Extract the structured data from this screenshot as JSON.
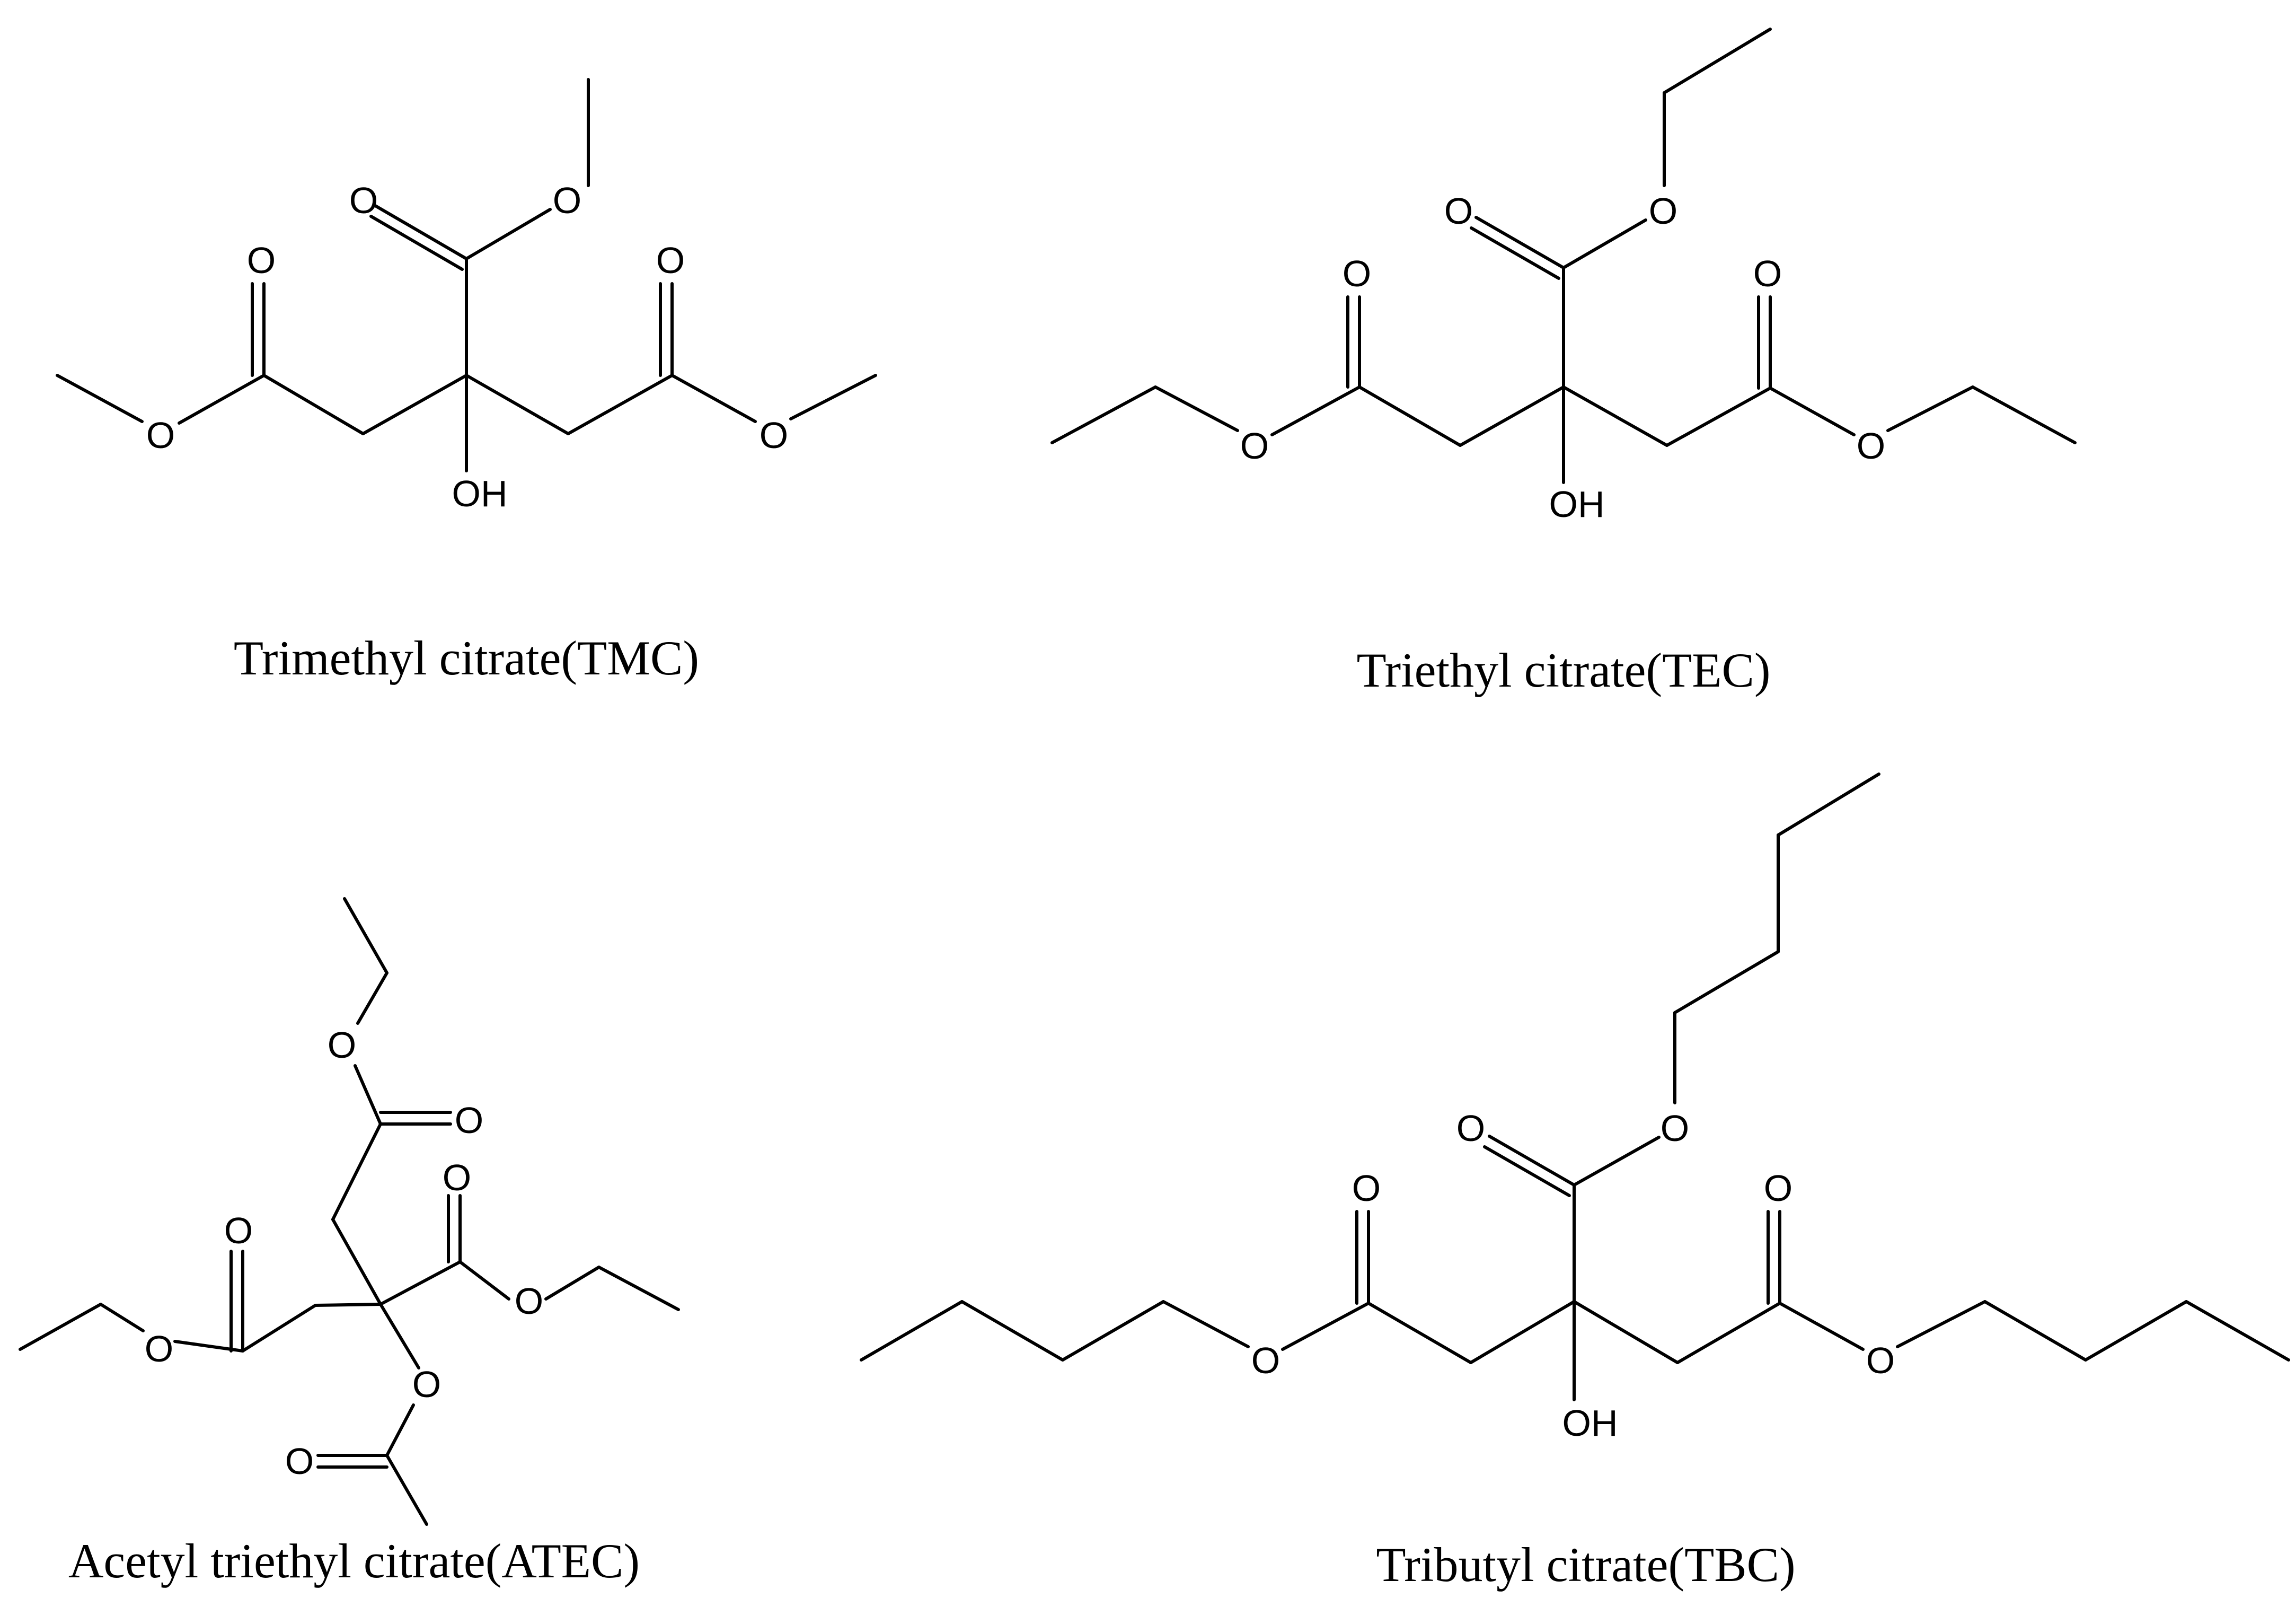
{
  "molecules": [
    {
      "id": "tmc",
      "caption": "Trimethyl citrate(TMC)",
      "atom_labels": [
        "O",
        "O",
        "O",
        "O",
        "O",
        "O",
        "OH"
      ]
    },
    {
      "id": "tec",
      "caption": "Triethyl citrate(TEC)",
      "atom_labels": [
        "O",
        "O",
        "O",
        "O",
        "O",
        "O",
        "OH"
      ]
    },
    {
      "id": "atec",
      "caption": "Acetyl triethyl citrate(ATEC)",
      "atom_labels": [
        "O",
        "O",
        "O",
        "O",
        "O",
        "O",
        "O",
        "O"
      ]
    },
    {
      "id": "tbc",
      "caption": "Tributyl citrate(TBC)",
      "atom_labels": [
        "O",
        "O",
        "O",
        "O",
        "O",
        "O",
        "OH"
      ]
    }
  ]
}
